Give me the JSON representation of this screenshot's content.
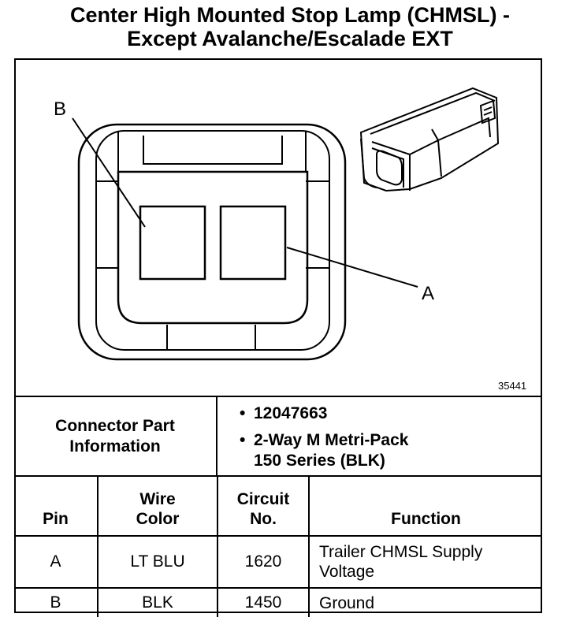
{
  "title": {
    "line1": "Center High Mounted Stop Lamp (CHMSL) -",
    "line2": "Except Avalanche/Escalade EXT"
  },
  "diagram": {
    "label_b": "B",
    "label_a": "A",
    "figure_number": "35441"
  },
  "connector_info": {
    "label_line1": "Connector Part",
    "label_line2": "Information",
    "part_number": "12047663",
    "description_line1": "2-Way M Metri-Pack",
    "description_line2": "150 Series (BLK)",
    "bullet": "•"
  },
  "pin_table": {
    "headers": {
      "pin": "Pin",
      "wire_color_1": "Wire",
      "wire_color_2": "Color",
      "circuit_1": "Circuit",
      "circuit_2": "No.",
      "function": "Function"
    },
    "rows": [
      {
        "pin": "A",
        "wire_color": "LT BLU",
        "circuit": "1620",
        "function_1": "Trailer CHMSL Supply",
        "function_2": "Voltage"
      },
      {
        "pin": "B",
        "wire_color": "BLK",
        "circuit": "1450",
        "function_1": "Ground",
        "function_2": ""
      }
    ]
  }
}
